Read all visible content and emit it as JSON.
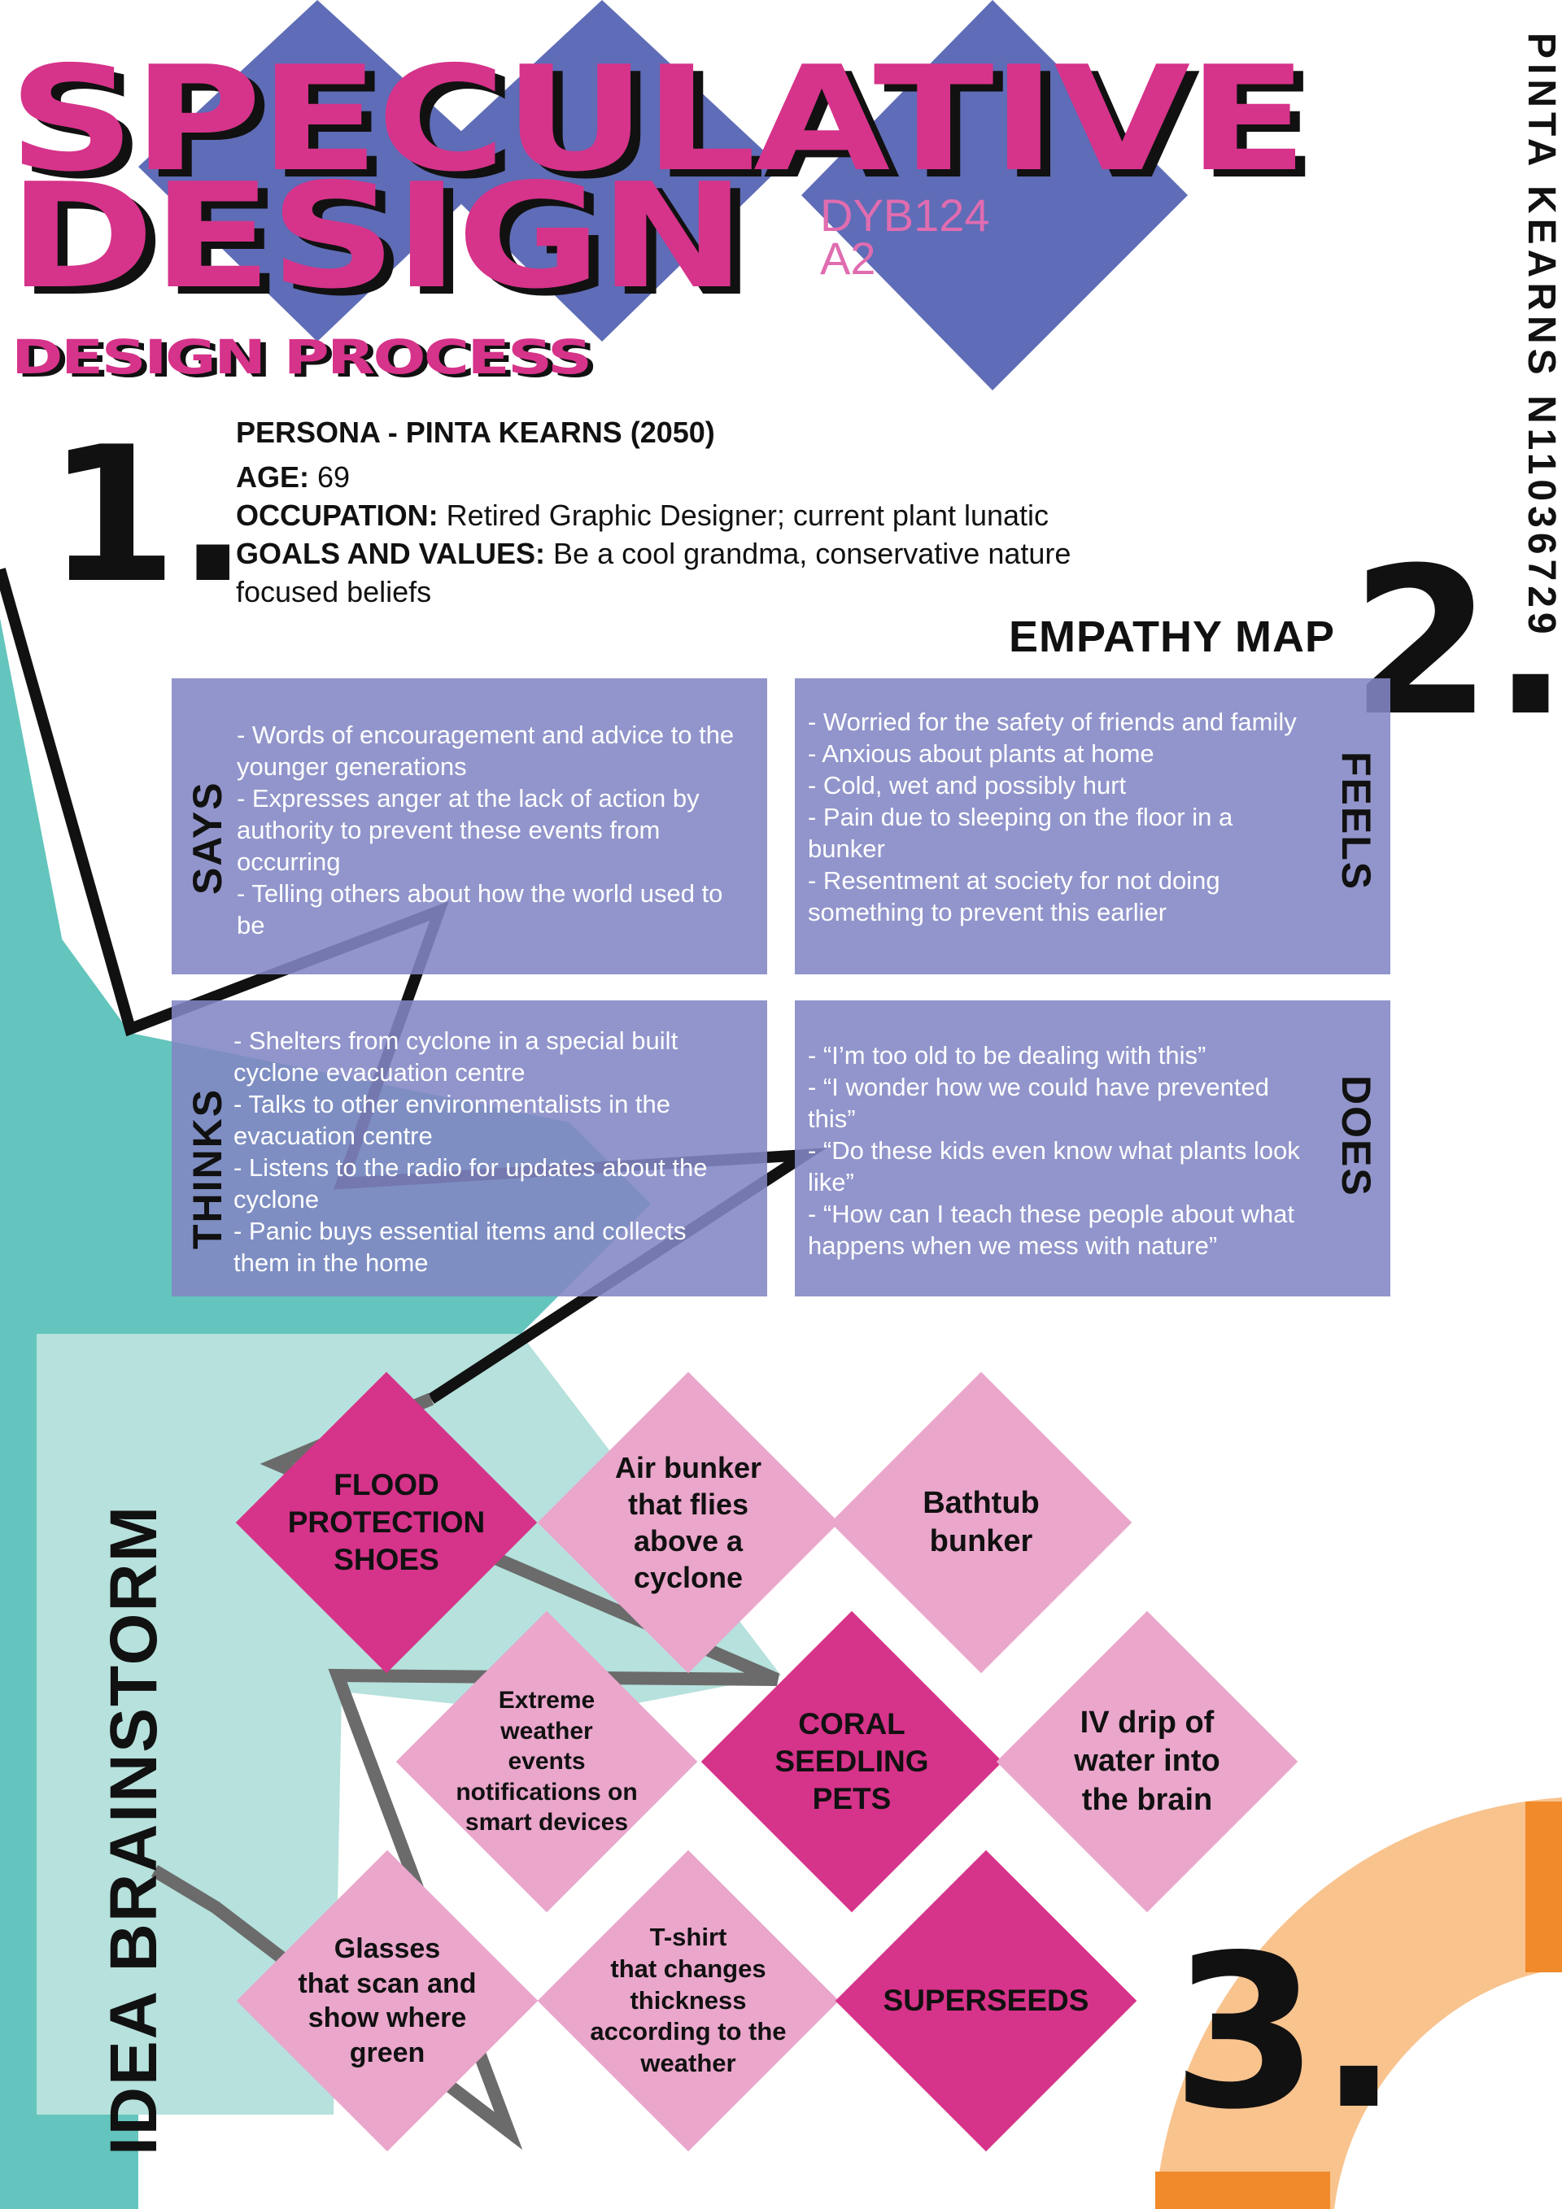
{
  "header": {
    "title_line1": "SPECULATIVE",
    "title_line2": "DESIGN",
    "course_code": "DYB124",
    "assignment": "A2",
    "subtitle": "DESIGN PROCESS",
    "student": "PINTA KEARNS N11036729"
  },
  "colors": {
    "accent_pink": "#d6338a",
    "periwinkle": "#5f6cb7",
    "teal": "#63c5bd",
    "quadrant": "#8d8fca",
    "orange": "#f08a2a",
    "peach": "#f9c38e"
  },
  "section_numbers": [
    "1.",
    "2.",
    "3."
  ],
  "persona": {
    "heading": "PERSONA - PINTA KEARNS (2050)",
    "fields": [
      {
        "label": "AGE:",
        "value": "69"
      },
      {
        "label": "OCCUPATION:",
        "value": "Retired Graphic Designer; current plant lunatic"
      },
      {
        "label": "GOALS AND VALUES:",
        "value": "Be a cool grandma, conservative nature focused beliefs"
      }
    ]
  },
  "empathy_map": {
    "title": "EMPATHY MAP",
    "says": {
      "label": "SAYS",
      "items": [
        "- Words of encouragement and advice to the younger generations",
        "- Expresses anger at the lack of action by authority to prevent these events from occurring",
        "- Telling others about how the world used to be"
      ]
    },
    "feels": {
      "label": "FEELS",
      "items": [
        "- Worried for the safety of friends and family",
        "- Anxious about plants at home",
        "- Cold, wet and possibly hurt",
        "- Pain due to sleeping on the floor in a bunker",
        "- Resentment at society for not doing something to prevent this earlier"
      ]
    },
    "thinks": {
      "label": "THINKS",
      "items": [
        "- Shelters from cyclone in a special built cyclone evacuation centre",
        "- Talks to other environmentalists in the evacuation centre",
        "- Listens to the radio for updates about the cyclone",
        "- Panic buys essential items and collects them in the home"
      ]
    },
    "does": {
      "label": "DOES",
      "items": [
        "- “I’m too old to be dealing with this”",
        "- “I wonder how we could have prevented this”",
        "- “Do these kids even know what plants look like”",
        "- “How can I teach these people about what happens when we mess with nature”"
      ]
    }
  },
  "brainstorm": {
    "label": "IDEA BRAINSTORM",
    "ideas": [
      {
        "lines": [
          "FLOOD",
          "PROTECTION",
          "SHOES"
        ],
        "style": "strong"
      },
      {
        "lines": [
          "Air bunker",
          "that flies",
          "above a",
          "cyclone"
        ],
        "style": "light"
      },
      {
        "lines": [
          "Bathtub",
          "bunker"
        ],
        "style": "light"
      },
      {
        "lines": [
          "Extreme",
          "weather",
          "events",
          "notifications on",
          "smart devices"
        ],
        "style": "light"
      },
      {
        "lines": [
          "CORAL",
          "SEEDLING",
          "PETS"
        ],
        "style": "strong"
      },
      {
        "lines": [
          "IV drip of",
          "water  into",
          "the brain"
        ],
        "style": "light"
      },
      {
        "lines": [
          "Glasses",
          "that scan and",
          "show where",
          "green"
        ],
        "style": "light"
      },
      {
        "lines": [
          "T-shirt",
          "that changes",
          "thickness",
          "according to the",
          "weather"
        ],
        "style": "light"
      },
      {
        "lines": [
          "SUPERSEEDS"
        ],
        "style": "strong"
      }
    ]
  }
}
